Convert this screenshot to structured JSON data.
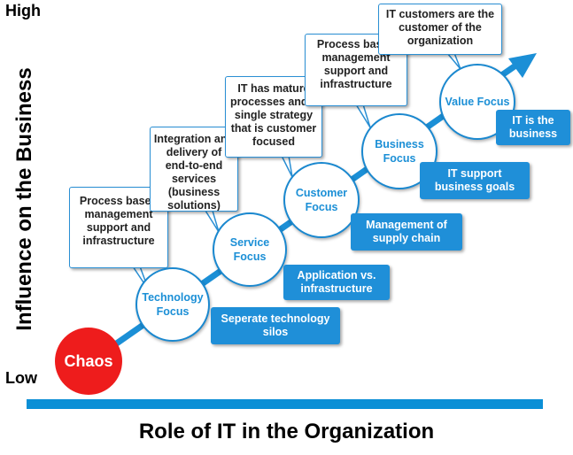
{
  "axis": {
    "y_high": "High",
    "y_low": "Low",
    "y_title": "Influence on the Business",
    "x_title": "Role of IT in the Organization"
  },
  "colors": {
    "accent": "#1b8fd6",
    "chaos": "#ee1c1c"
  },
  "stages": {
    "chaos": "Chaos",
    "technology": "Technology Focus",
    "service": "Service Focus",
    "customer": "Customer Focus",
    "business": "Business Focus",
    "value": "Value Focus"
  },
  "callouts": {
    "technology": "Process based management support and infrastructure",
    "service": "Integration and delivery of end-to-end services (business solutions)",
    "customer": "IT has mature processes and a single strategy that is customer focused",
    "business": "Process based management support and infrastructure",
    "value": "IT customers are the customer of the organization"
  },
  "outcomes": {
    "technology": "Seperate technology silos",
    "service": "Application vs. infrastructure",
    "customer": "Management of supply chain",
    "business": "IT support business goals",
    "value": "IT is the business"
  }
}
